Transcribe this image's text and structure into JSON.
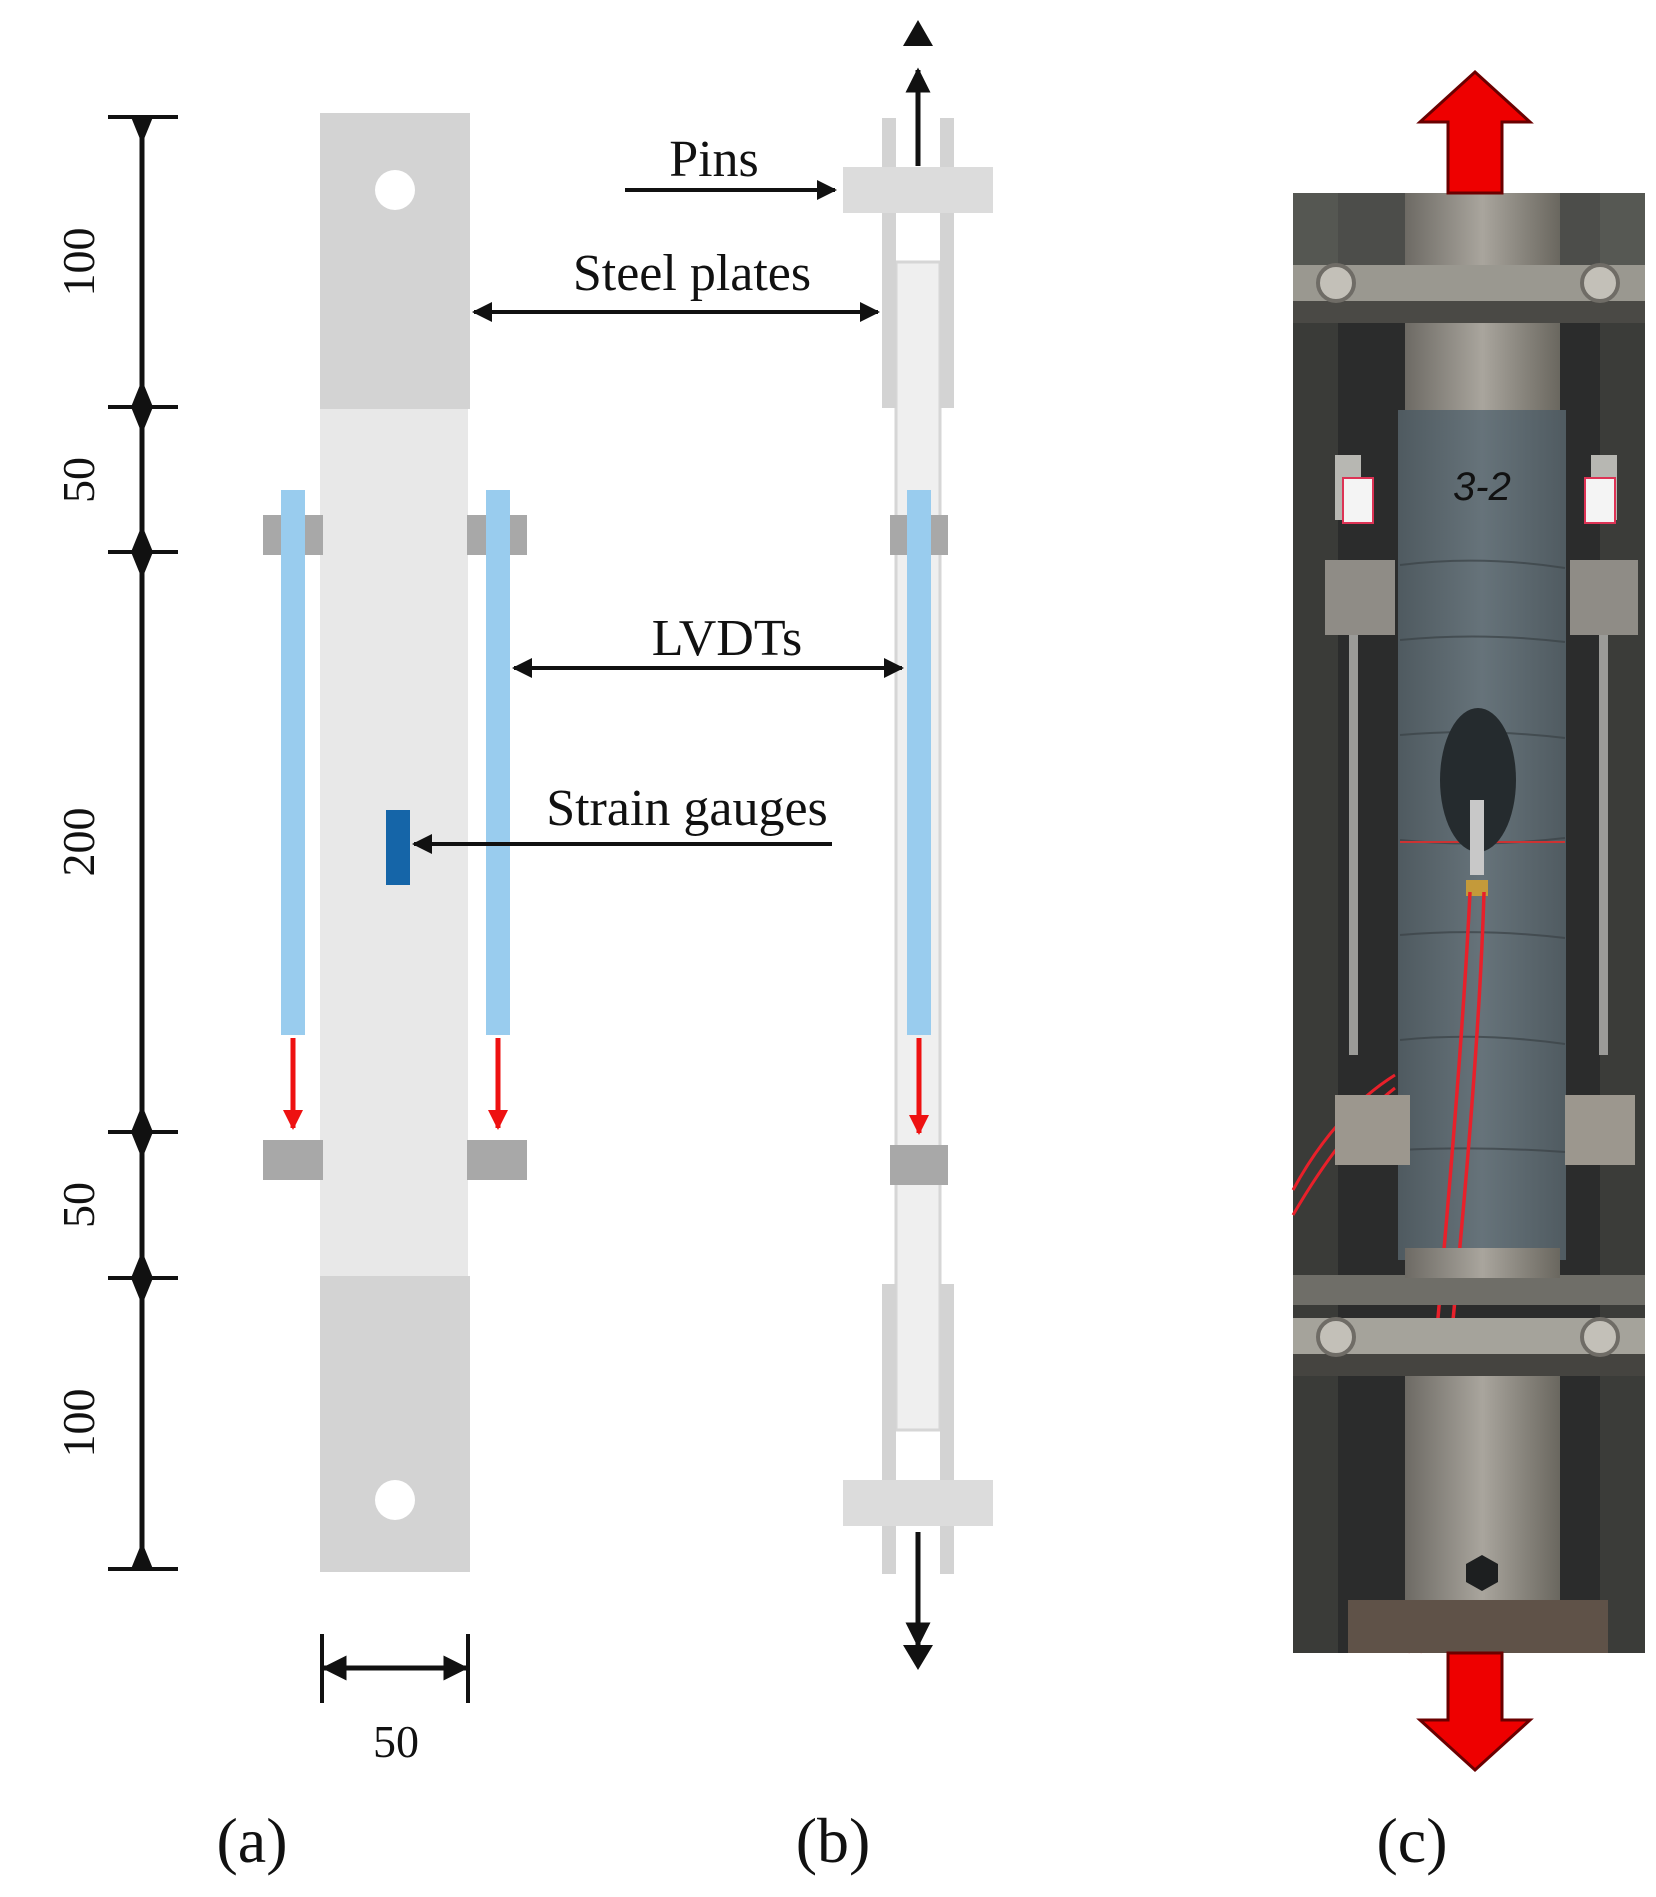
{
  "labels": {
    "pins": "Pins",
    "steel_plates": "Steel plates",
    "lvdts": "LVDTs",
    "strain_gauges": "Strain gauges"
  },
  "dimensions": {
    "top_grip": "100",
    "top_transition": "50",
    "gauge_length": "200",
    "bottom_transition": "50",
    "bottom_grip": "100",
    "width": "50"
  },
  "panels": {
    "a": "(a)",
    "b": "(b)",
    "c": "(c)"
  },
  "photo": {
    "specimen_marking": "3-2"
  },
  "colors": {
    "steel_plate": "#d3d3d3",
    "specimen": "#e8e8e8",
    "clamp": "#a8a8a8",
    "lvdt": "#99ccee",
    "strain_gauge": "#1565a8",
    "displacement_arrow": "#ee1111",
    "load_arrow": "#ee0000"
  }
}
